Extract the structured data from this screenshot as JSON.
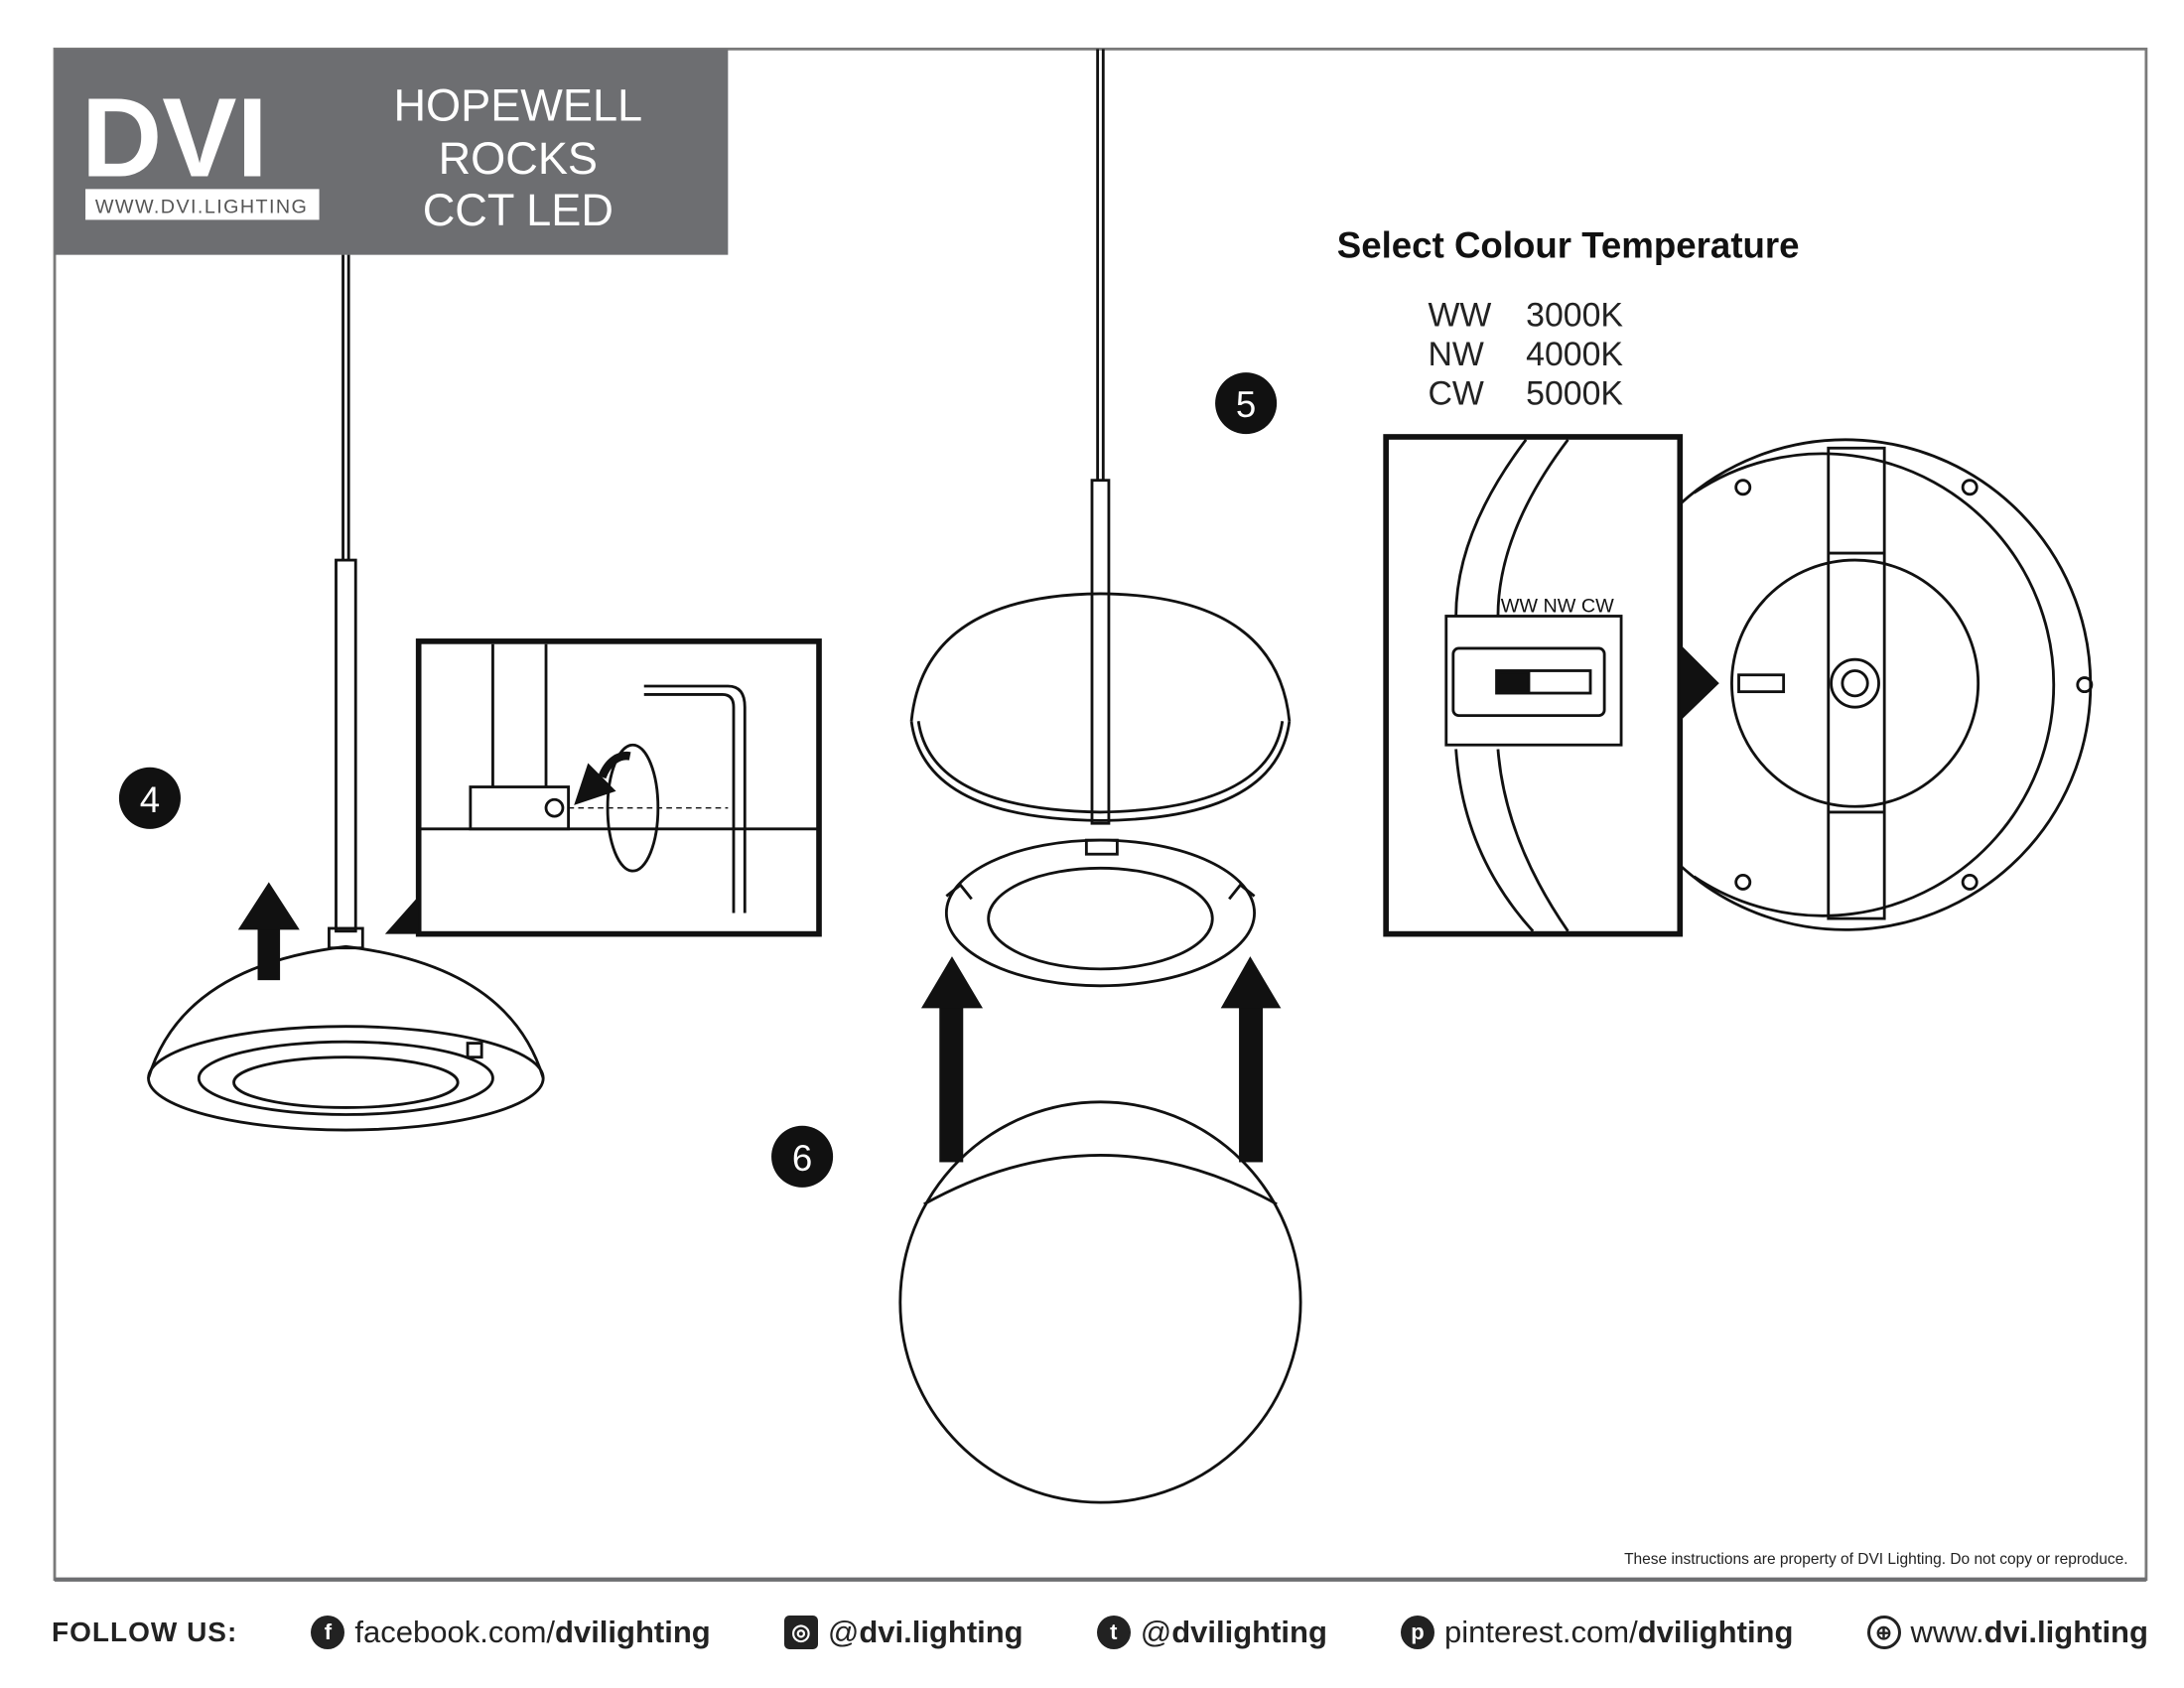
{
  "header": {
    "logo": "DVI",
    "logo_url": "WWW.DVI.LIGHTING",
    "title_lines": [
      "HOPEWELL",
      "ROCKS",
      "CCT LED"
    ]
  },
  "steps": [
    "4",
    "5",
    "6"
  ],
  "colour_temperature": {
    "title": "Select Colour Temperature",
    "options": [
      {
        "code": "WW",
        "kelvin": "3000K"
      },
      {
        "code": "NW",
        "kelvin": "4000K"
      },
      {
        "code": "CW",
        "kelvin": "5000K"
      }
    ],
    "switch_label": "WW NW CW"
  },
  "disclaimer": "These instructions are property of DVI Lighting. Do not copy or reproduce.",
  "footer": {
    "follow_label": "FOLLOW US:",
    "links": [
      {
        "icon": "facebook-icon",
        "prefix": "facebook.com/",
        "handle": "dvilighting",
        "glyph": "f"
      },
      {
        "icon": "instagram-icon",
        "prefix": "@",
        "handle": "dvi.lighting",
        "glyph": "◎"
      },
      {
        "icon": "twitter-icon",
        "prefix": "@",
        "handle": "dvilighting",
        "glyph": "t"
      },
      {
        "icon": "pinterest-icon",
        "prefix": "pinterest.com/",
        "handle": "dvilighting",
        "glyph": "p"
      },
      {
        "icon": "globe-icon",
        "prefix": "www.",
        "handle": "dvi.lighting",
        "glyph": "⊕"
      }
    ]
  }
}
